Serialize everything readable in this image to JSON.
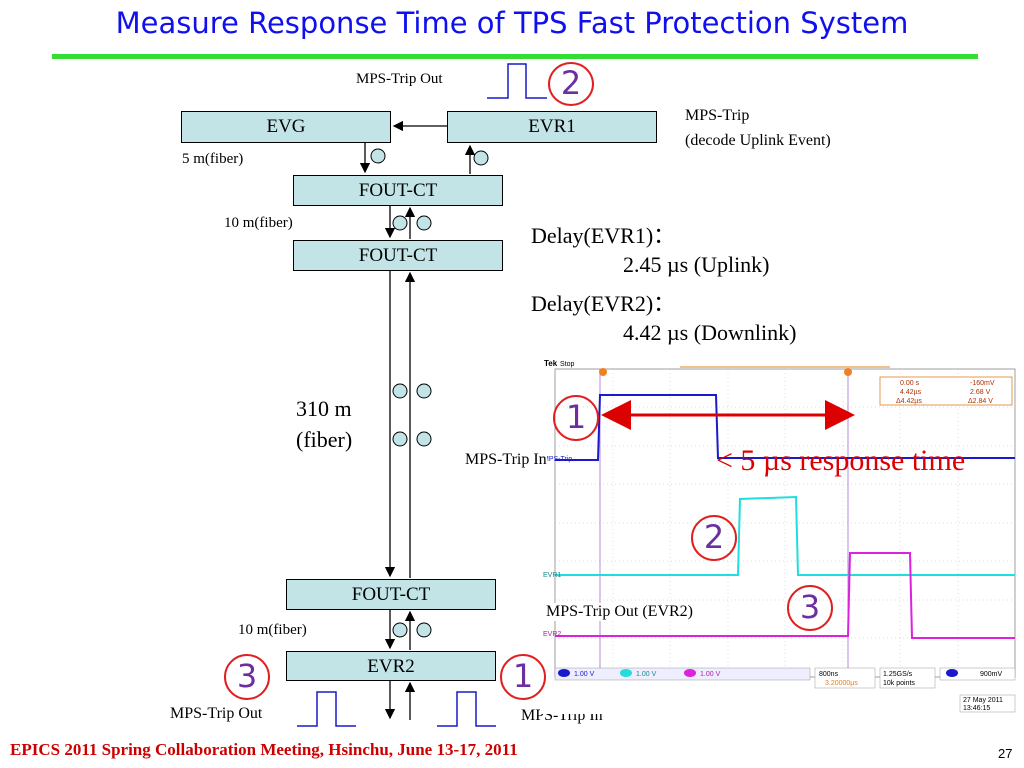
{
  "slide": {
    "title": "Measure Response Time of TPS Fast Protection System",
    "footer": "EPICS 2011 Spring Collaboration Meeting, Hsinchu, June 13-17, 2011",
    "page_number": "27"
  },
  "diagram": {
    "boxes": {
      "evg": "EVG",
      "evr1": "EVR1",
      "fout1": "FOUT-CT",
      "fout2": "FOUT-CT",
      "fout3": "FOUT-CT",
      "evr2": "EVR2"
    },
    "labels": {
      "mps_trip_out_top": "MPS-Trip Out",
      "mps_trip_right_1": "MPS-Trip",
      "mps_trip_right_2": "(decode Uplink Event)",
      "fiber_5m": "5 m(fiber)",
      "fiber_10m_top": "10 m(fiber)",
      "fiber_310m_1": "310 m",
      "fiber_310m_2": "(fiber)",
      "fiber_10m_bottom": "10 m(fiber)",
      "mps_trip_out_bottom": "MPS-Trip Out",
      "mps_trip_in_bottom": "MPS-Trip In",
      "mps_trip_in_mid": "MPS-Trip In",
      "mps_trip_out_evr2": "MPS-Trip Out (EVR2)"
    },
    "delays": {
      "evr1_label": "Delay(EVR1)：",
      "evr1_value": "2.45 µs (Uplink)",
      "evr2_label": "Delay(EVR2)：",
      "evr2_value": "4.42 µs (Downlink)"
    },
    "callouts": {
      "top_two": "2",
      "bottom_three": "3",
      "bottom_one": "1",
      "scope_one": "1",
      "scope_two": "2",
      "scope_three": "3",
      "response_time": "< 5 µs response time"
    }
  },
  "oscilloscope": {
    "brand": "Tek",
    "state": "Stop",
    "channel_labels": {
      "ch1": "MPS-Trip",
      "ch2": "EVR1",
      "ch3": "EVR2"
    },
    "cursor_readout": {
      "a_time": "0.00 s",
      "a_volt": "-160mV",
      "b_time": "4.42µs",
      "b_volt": "2.68 V",
      "delta_time": "Δ4.42µs",
      "delta_volt": "Δ2.84 V"
    },
    "bottom": {
      "ch1_scale": "1.00 V",
      "ch2_scale": "1.00 V",
      "ch3_scale": "1.00 V",
      "timebase": "800ns",
      "trigger_pos": "3.20000µs",
      "sample_rate": "1.25GS/s",
      "record_length": "10k points",
      "trigger_level": "900mV",
      "date": "27 May 2011",
      "time": "13:46:15"
    },
    "colors": {
      "ch1": "#1a1acc",
      "ch2": "#22dddd",
      "ch3": "#dd22dd",
      "cursor": "#b08cd8"
    }
  }
}
